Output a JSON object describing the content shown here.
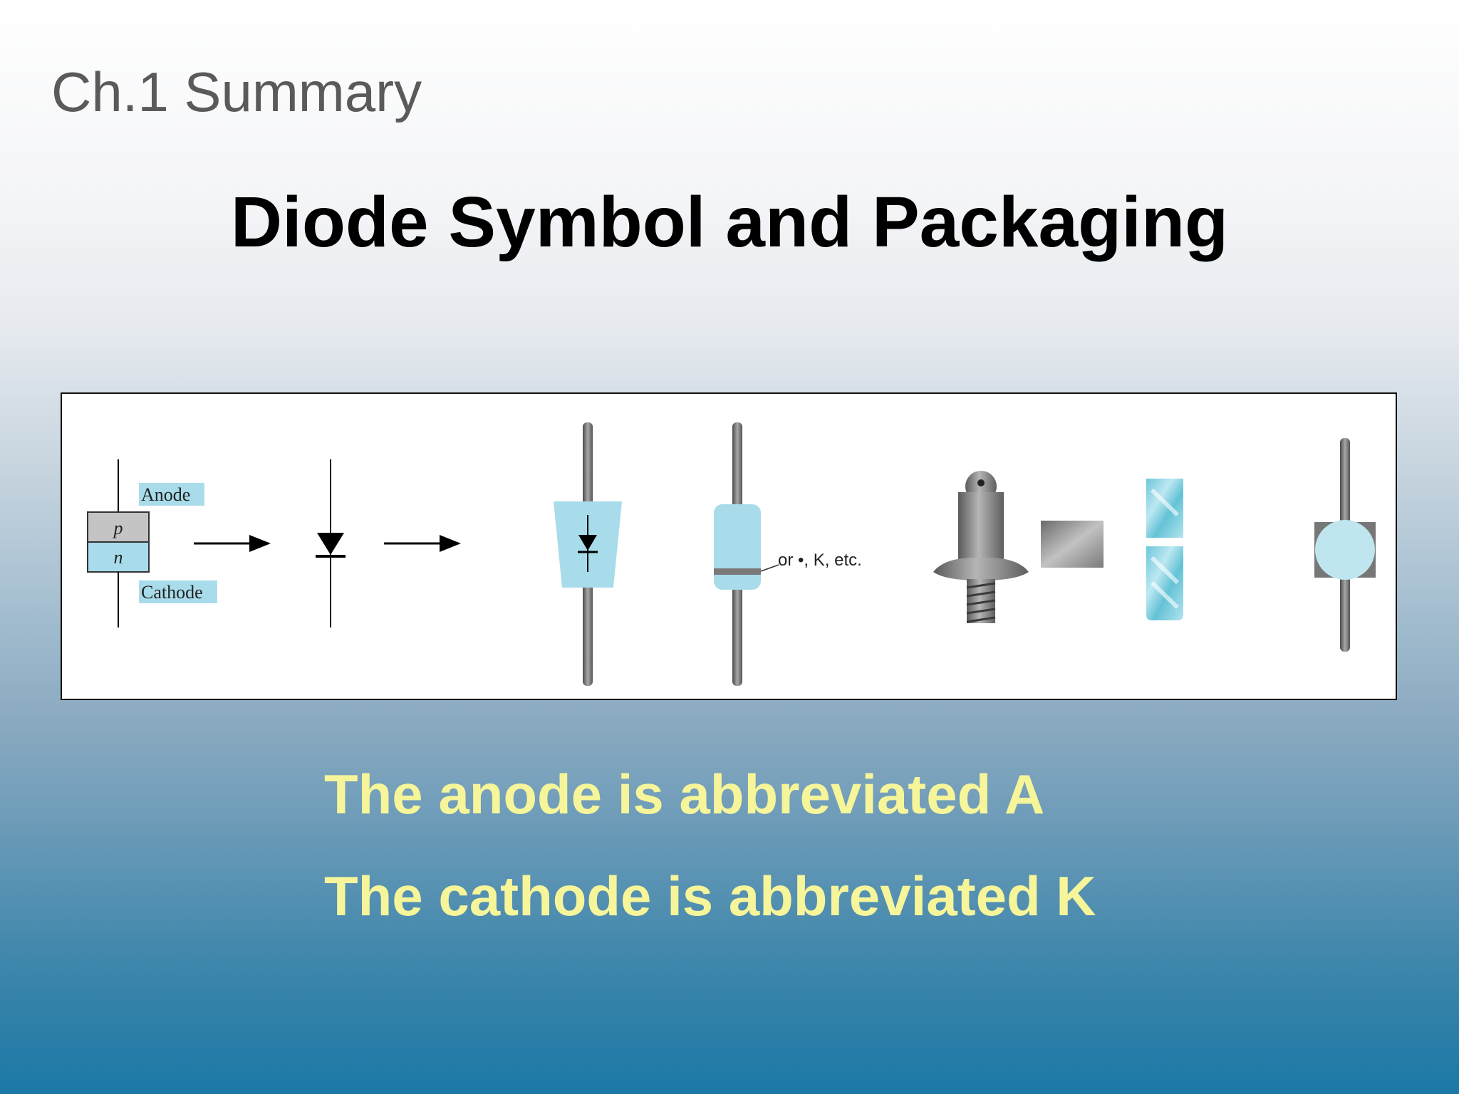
{
  "slide": {
    "section_label": "Ch.1 Summary",
    "title": "Diode Symbol and Packaging",
    "bullets": [
      "The anode is abbreviated A",
      "The cathode is abbreviated K"
    ]
  },
  "figure": {
    "anode_label": "Anode",
    "cathode_label": "Cathode",
    "p_label": "p",
    "n_label": "n",
    "band_note": "or •, K, etc.",
    "colors": {
      "body_fill": "#a8dcea",
      "p_region": "#c4c4c4",
      "lead": "#6f6f6f",
      "band": "#7a7a7a",
      "frame_border": "#111111"
    }
  }
}
